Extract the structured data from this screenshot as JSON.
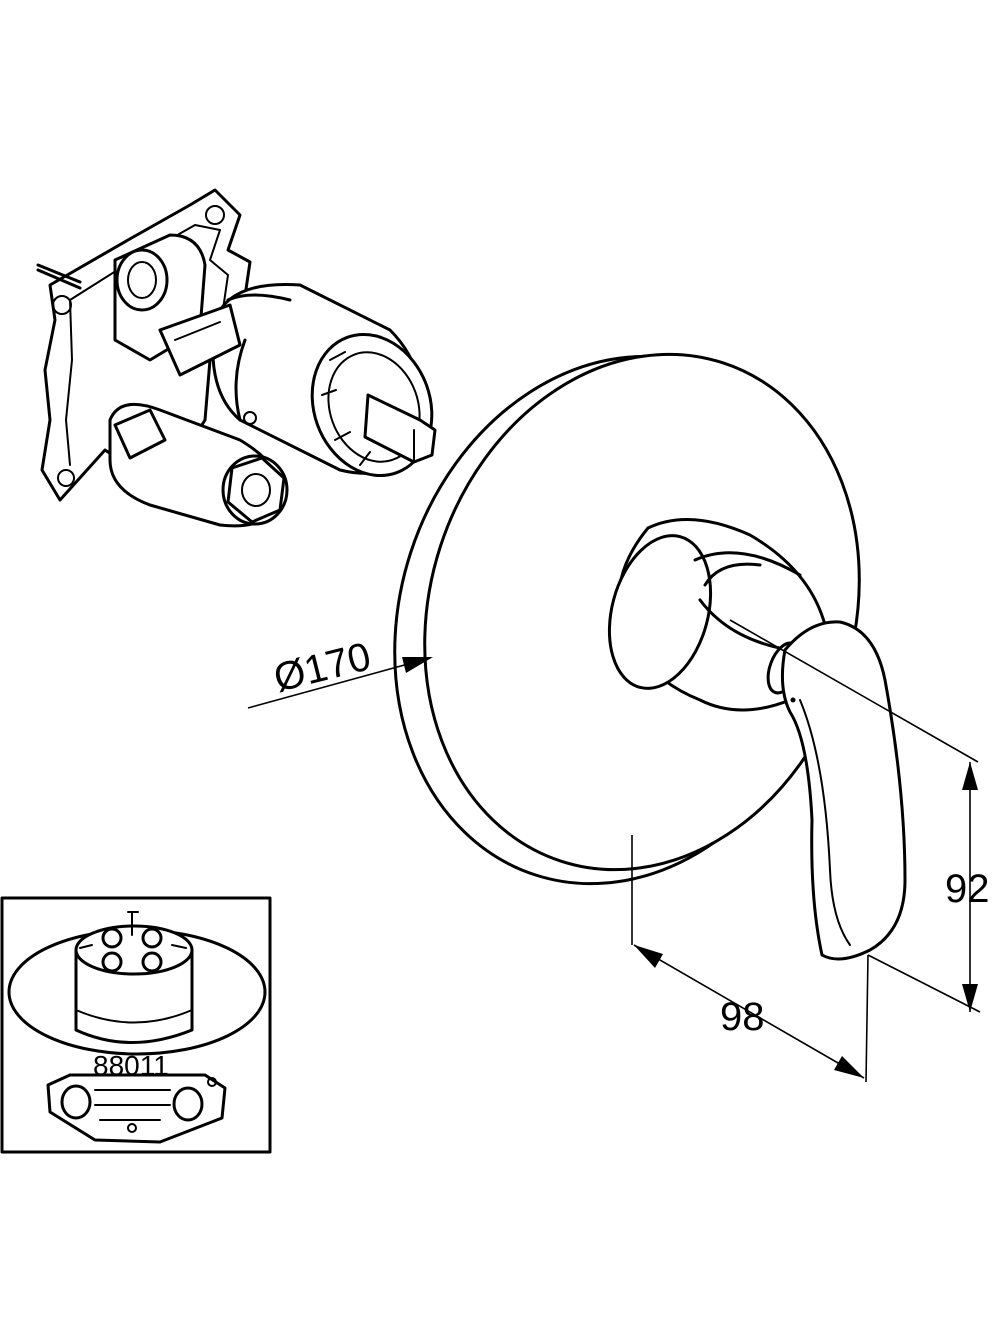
{
  "dimensions": {
    "diameter": "Ø170",
    "depth": "98",
    "height": "92"
  },
  "inset": {
    "code": "88011"
  }
}
